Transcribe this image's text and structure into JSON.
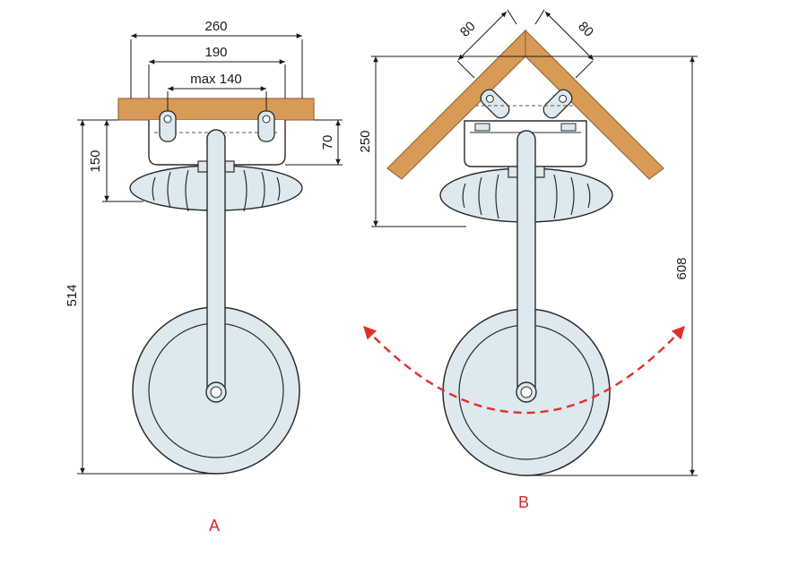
{
  "diagram": {
    "views": [
      {
        "id": "A",
        "label": "A",
        "dimensions": {
          "width_overall": "260",
          "width_bracket": "190",
          "width_mount": "max 140",
          "depth_mount": "70",
          "depth_head": "150",
          "height_total": "514"
        }
      },
      {
        "id": "B",
        "label": "B",
        "dimensions": {
          "corner_left": "80",
          "corner_right": "80",
          "depth_head": "250",
          "height_total": "608"
        }
      }
    ],
    "colors": {
      "wood": "#d99a58",
      "wood_stroke": "#9a6a35",
      "metal_fill": "#dde9ef",
      "metal_stroke": "#2b2b2b",
      "dim_line": "#1a1a1a",
      "swing_arrow": "#e0302b",
      "label": "#d22b2b"
    }
  }
}
